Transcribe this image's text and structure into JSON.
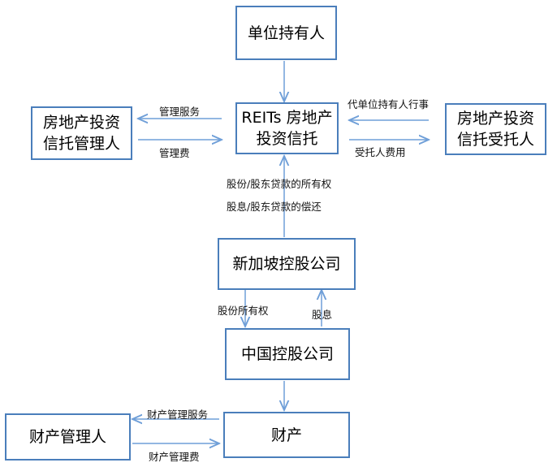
{
  "boxes": {
    "unit_holders": "单位持有人",
    "reits_trust": "REITs 房地产投资信托",
    "trust_manager": "房地产投资信托管理人",
    "trust_trustee": "房地产投资信托受托人",
    "singapore_holding": "新加坡控股公司",
    "china_holding": "中国控股公司",
    "property": "财产",
    "property_manager": "财产管理人"
  },
  "labels": {
    "mgmt_service": "管理服务",
    "mgmt_fee": "管理费",
    "on_behalf": "代单位持有人行事",
    "trustee_fee": "受托人费用",
    "shares_loan_ownership": "股份/股东贷款的所有权",
    "dividend_loan_repay": "股息/股东贷款的偿还",
    "share_ownership": "股份所有权",
    "dividend": "股息",
    "property_mgmt_service": "财产管理服务",
    "property_mgmt_fee": "财产管理费"
  },
  "colors": {
    "line": "#4a7ebb",
    "arrow": "#6f9fd8"
  }
}
